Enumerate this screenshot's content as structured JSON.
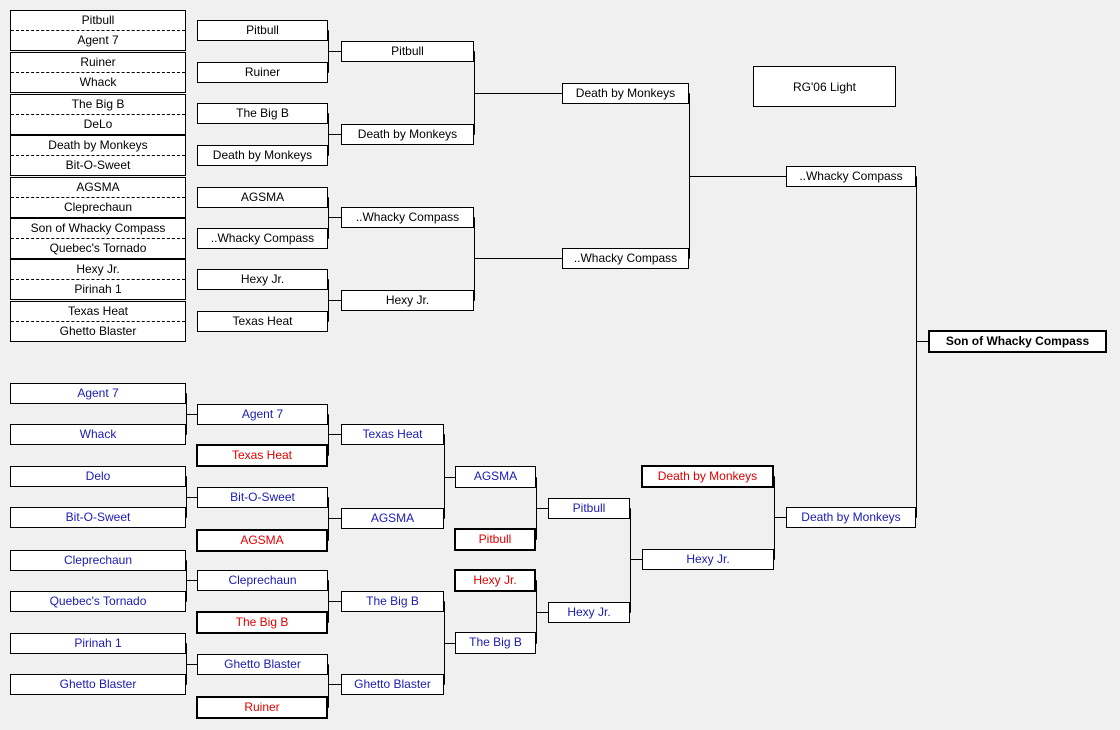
{
  "title": "RG'06 Light",
  "champion": "Son of Whacky Compass",
  "winners": {
    "round1": [
      [
        "Pitbull",
        "Agent 7"
      ],
      [
        "Ruiner",
        "Whack"
      ],
      [
        "The Big B",
        "DeLo"
      ],
      [
        "Death by Monkeys",
        "Bit-O-Sweet"
      ],
      [
        "AGSMA",
        "Cleprechaun"
      ],
      [
        "Son of Whacky Compass",
        "Quebec's Tornado"
      ],
      [
        "Hexy Jr.",
        "Pirinah 1"
      ],
      [
        "Texas Heat",
        "Ghetto Blaster"
      ]
    ],
    "round2": [
      "Pitbull",
      "Ruiner",
      "The Big B",
      "Death by Monkeys",
      "AGSMA",
      "..Whacky Compass",
      "Hexy Jr.",
      "Texas Heat"
    ],
    "round3": [
      "Pitbull",
      "Death by Monkeys",
      "..Whacky Compass",
      "Hexy Jr."
    ],
    "round4": [
      "Death by Monkeys",
      "..Whacky Compass"
    ],
    "final": "..Whacky Compass"
  },
  "losers": {
    "round1": [
      "Agent 7",
      "Whack",
      "Delo",
      "Bit-O-Sweet",
      "Cleprechaun",
      "Quebec's Tornado",
      "Pirinah 1",
      "Ghetto Blaster"
    ],
    "round2": [
      "Agent 7",
      "Bit-O-Sweet",
      "Cleprechaun",
      "Ghetto Blaster"
    ],
    "round2_drop": [
      "Texas Heat",
      "AGSMA",
      "The Big B",
      "Ruiner"
    ],
    "round3": [
      "Texas Heat",
      "AGSMA",
      "The Big B",
      "Ghetto Blaster"
    ],
    "round4": [
      "AGSMA",
      "The Big B"
    ],
    "round4_drop": [
      "Pitbull",
      "Hexy Jr."
    ],
    "round5": [
      "Pitbull",
      "Hexy Jr."
    ],
    "round6": "Hexy Jr.",
    "round6_drop": "Death by Monkeys",
    "final": "Death by Monkeys"
  },
  "colors": {
    "losers_text": "#1a1ab4",
    "drop_text": "#e00000",
    "background": "#f0f0f0"
  }
}
